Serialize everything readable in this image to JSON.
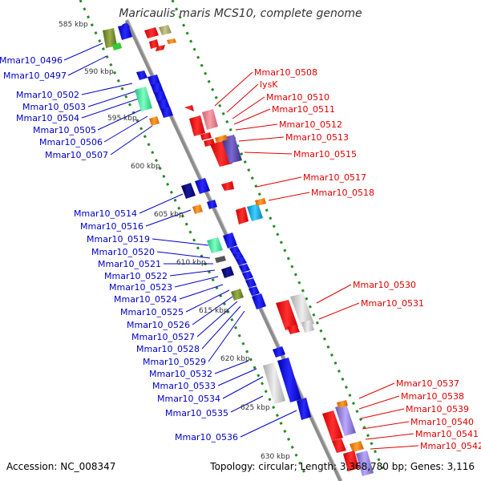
{
  "title": "Maricaulis maris MCS10, complete genome",
  "footer": {
    "accession_label": "Accession:",
    "accession": "NC_008347",
    "topology_label": "Topology:",
    "topology": "circular;",
    "length_label": "Length:",
    "length": "3,368,780 bp;",
    "genes_label": "Genes:",
    "genes": "3,116"
  },
  "colors": {
    "left_label": "#0000c8",
    "right_label": "#e00000",
    "backbone": "#8c8c8c",
    "scale_tick": "#228b22"
  },
  "scale_labels": [
    "585 kbp",
    "590 kbp",
    "595 kbp",
    "600 kbp",
    "605 kbp",
    "610 kbp",
    "615 kbp",
    "620 kbp",
    "625 kbp",
    "630 kbp"
  ],
  "left_genes": [
    "Mmar10_0496",
    "Mmar10_0497",
    "Mmar10_0502",
    "Mmar10_0503",
    "Mmar10_0504",
    "Mmar10_0505",
    "Mmar10_0506",
    "Mmar10_0507",
    "Mmar10_0514",
    "Mmar10_0516",
    "Mmar10_0519",
    "Mmar10_0520",
    "Mmar10_0521",
    "Mmar10_0522",
    "Mmar10_0523",
    "Mmar10_0524",
    "Mmar10_0525",
    "Mmar10_0526",
    "Mmar10_0527",
    "Mmar10_0528",
    "Mmar10_0529",
    "Mmar10_0532",
    "Mmar10_0533",
    "Mmar10_0534",
    "Mmar10_0535",
    "Mmar10_0536"
  ],
  "right_genes": [
    "Mmar10_0508",
    "lysK",
    "Mmar10_0510",
    "Mmar10_0511",
    "Mmar10_0512",
    "Mmar10_0513",
    "Mmar10_0515",
    "Mmar10_0517",
    "Mmar10_0518",
    "Mmar10_0530",
    "Mmar10_0531",
    "Mmar10_0537",
    "Mmar10_0538",
    "Mmar10_0539",
    "Mmar10_0540",
    "Mmar10_0541",
    "Mmar10_0542"
  ]
}
